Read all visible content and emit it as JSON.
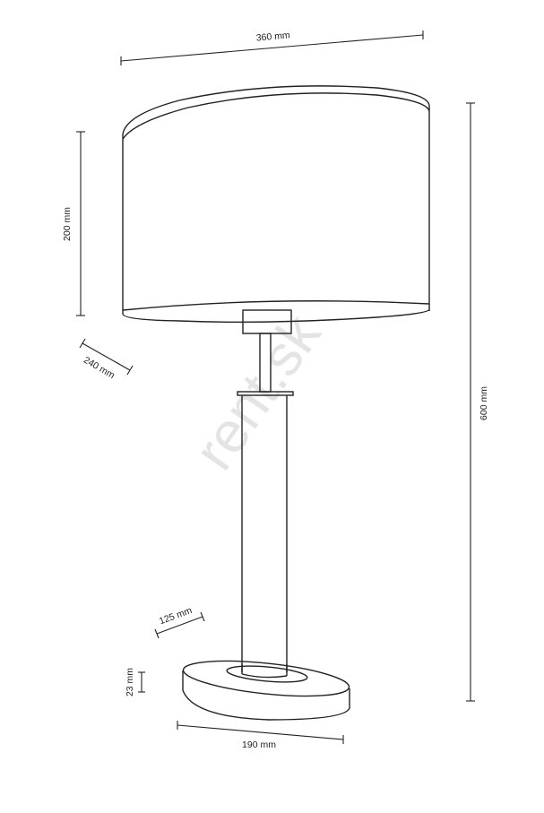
{
  "watermark": "rent.sk",
  "dimensions": {
    "shade_width": "360 mm",
    "shade_height": "200 mm",
    "shade_depth": "240 mm",
    "total_height": "600 mm",
    "base_depth": "125 mm",
    "base_height": "23 mm",
    "base_width": "190 mm"
  },
  "colors": {
    "line": "#222222",
    "watermark": "#e4e4e4"
  }
}
